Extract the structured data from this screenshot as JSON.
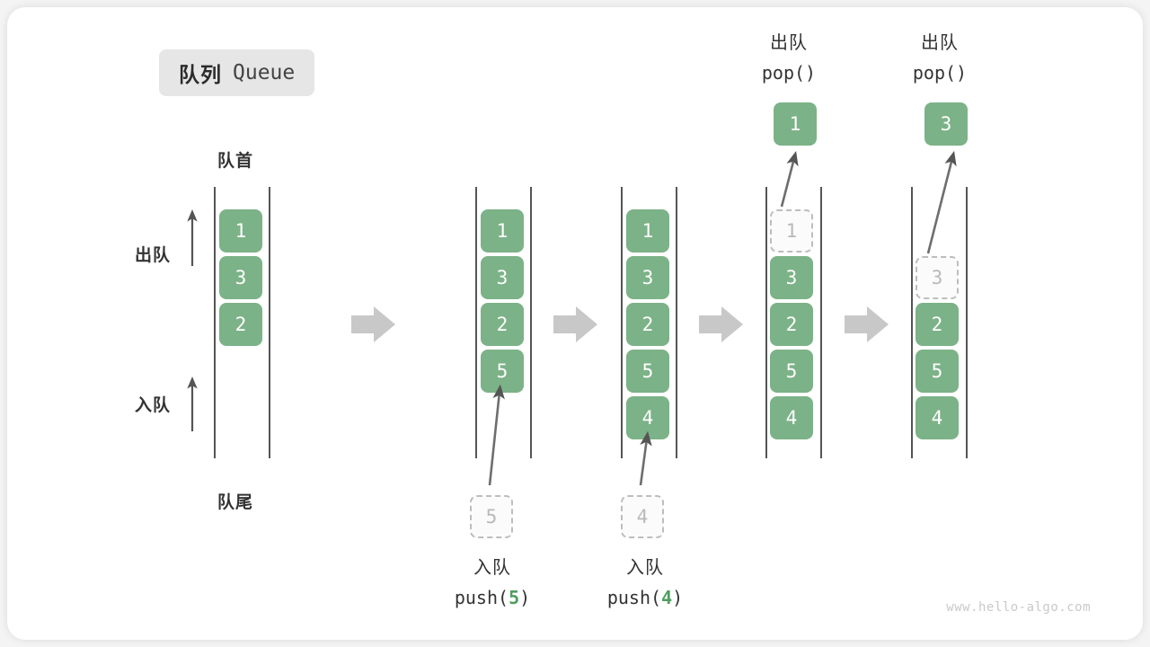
{
  "diagram": {
    "title_cn": "队列",
    "title_en": "Queue",
    "head_label": "队首",
    "tail_label": "队尾",
    "dequeue_label": "出队",
    "enqueue_label": "入队",
    "watermark": "www.hello-algo.com"
  },
  "columns": [
    {
      "id": "initial",
      "cells": [
        {
          "value": "1",
          "state": "solid"
        },
        {
          "value": "3",
          "state": "solid"
        },
        {
          "value": "2",
          "state": "solid"
        }
      ]
    },
    {
      "id": "after-push-5",
      "cells": [
        {
          "value": "1",
          "state": "solid"
        },
        {
          "value": "3",
          "state": "solid"
        },
        {
          "value": "2",
          "state": "solid"
        },
        {
          "value": "5",
          "state": "solid"
        }
      ]
    },
    {
      "id": "after-push-4",
      "cells": [
        {
          "value": "1",
          "state": "solid"
        },
        {
          "value": "3",
          "state": "solid"
        },
        {
          "value": "2",
          "state": "solid"
        },
        {
          "value": "5",
          "state": "solid"
        },
        {
          "value": "4",
          "state": "solid"
        }
      ]
    },
    {
      "id": "after-pop-1",
      "cells": [
        {
          "value": "1",
          "state": "ghost"
        },
        {
          "value": "3",
          "state": "solid"
        },
        {
          "value": "2",
          "state": "solid"
        },
        {
          "value": "5",
          "state": "solid"
        },
        {
          "value": "4",
          "state": "solid"
        }
      ]
    },
    {
      "id": "after-pop-3",
      "cells": [
        {
          "value": "3",
          "state": "ghost"
        },
        {
          "value": "2",
          "state": "solid"
        },
        {
          "value": "5",
          "state": "solid"
        },
        {
          "value": "4",
          "state": "solid"
        }
      ]
    }
  ],
  "operations": {
    "push5": {
      "cn": "入队",
      "code_prefix": "push(",
      "code_num": "5",
      "code_suffix": ")",
      "ghost_value": "5"
    },
    "push4": {
      "cn": "入队",
      "code_prefix": "push(",
      "code_num": "4",
      "code_suffix": ")",
      "ghost_value": "4"
    },
    "pop1": {
      "cn": "出队",
      "code": "pop()",
      "popped_value": "1"
    },
    "pop3": {
      "cn": "出队",
      "code": "pop()",
      "popped_value": "3"
    }
  },
  "colors": {
    "cell_green": "#7cb287",
    "ghost_border": "#bdbdbd",
    "rail": "#555555",
    "step_arrow": "#c8c8c8",
    "text": "#333333",
    "badge_bg": "#e6e6e6"
  }
}
